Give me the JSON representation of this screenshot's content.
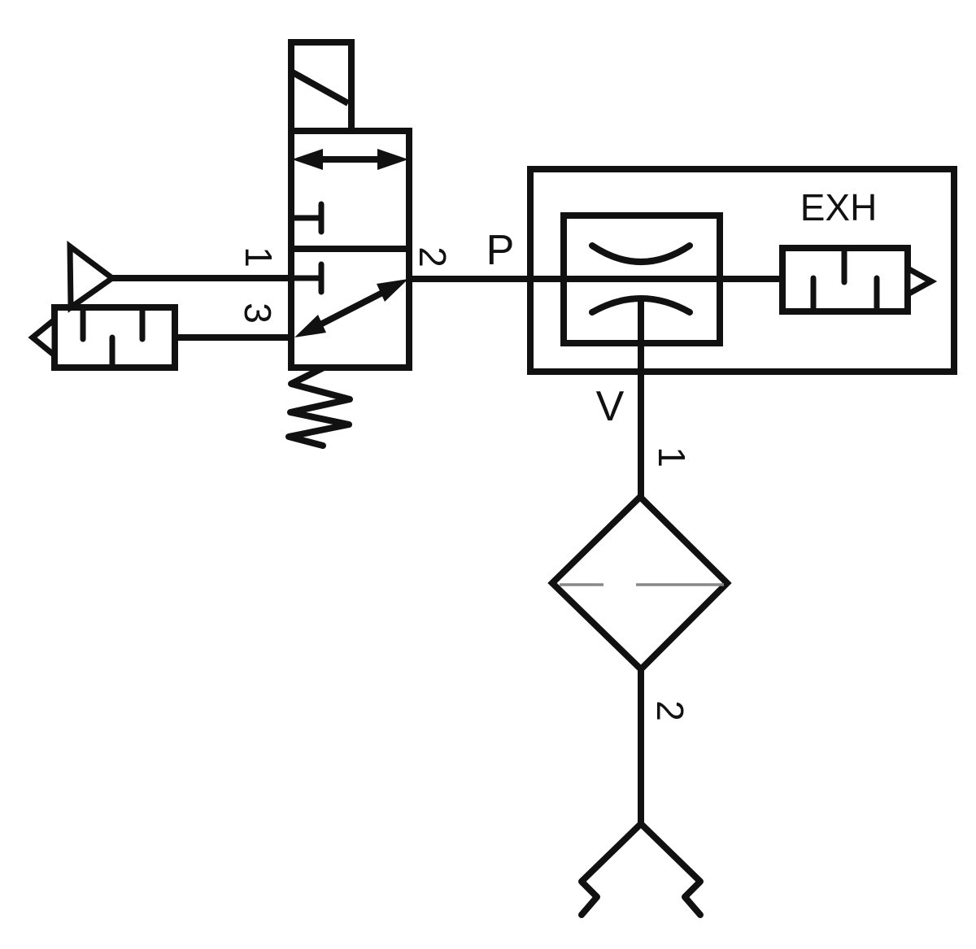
{
  "colors": {
    "line": "#111111",
    "filter_midline": "#888888",
    "background": "#ffffff",
    "text": "#111111"
  },
  "labels": {
    "valve_port_1": "1",
    "valve_port_3": "3",
    "valve_port_2": "2",
    "pressure_port": "P",
    "vacuum_port": "V",
    "exhaust": "EXH",
    "filter_port_1": "1",
    "filter_port_2": "2"
  },
  "symbols": [
    "solenoid-coil-icon",
    "valve-3-2-body",
    "valve-flow-arrow-icon",
    "blocked-port-icon",
    "return-spring-icon",
    "exhaust-triangle-icon",
    "silencer-icon",
    "vacuum-generator-box",
    "venturi-nozzle-icon",
    "exhaust-silencer-icon",
    "filter-diamond-icon",
    "suction-cup-fork-icon"
  ]
}
